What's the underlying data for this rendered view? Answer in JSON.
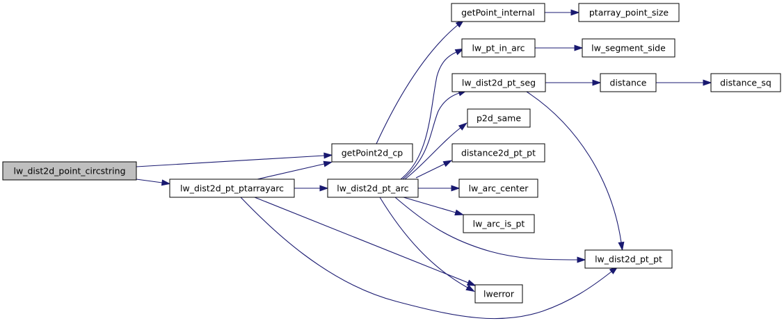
{
  "colors": {
    "edge": "#191970",
    "root_fill": "#bfbfbf",
    "node_fill": "#ffffff",
    "node_border": "#000000"
  },
  "graph": {
    "nodes": {
      "lw_dist2d_point_circstring": "lw_dist2d_point_circstring",
      "getPoint2d_cp": "getPoint2d_cp",
      "lw_dist2d_pt_ptarrayarc": "lw_dist2d_pt_ptarrayarc",
      "lw_dist2d_pt_arc": "lw_dist2d_pt_arc",
      "getPoint_internal": "getPoint_internal",
      "ptarray_point_size": "ptarray_point_size",
      "lw_pt_in_arc": "lw_pt_in_arc",
      "lw_segment_side": "lw_segment_side",
      "lw_dist2d_pt_seg": "lw_dist2d_pt_seg",
      "distance": "distance",
      "distance_sq": "distance_sq",
      "p2d_same": "p2d_same",
      "distance2d_pt_pt": "distance2d_pt_pt",
      "lw_arc_center": "lw_arc_center",
      "lw_arc_is_pt": "lw_arc_is_pt",
      "lw_dist2d_pt_pt": "lw_dist2d_pt_pt",
      "lwerror": "lwerror"
    },
    "edges": [
      [
        "lw_dist2d_point_circstring",
        "getPoint2d_cp"
      ],
      [
        "lw_dist2d_point_circstring",
        "lw_dist2d_pt_ptarrayarc"
      ],
      [
        "lw_dist2d_pt_ptarrayarc",
        "getPoint2d_cp"
      ],
      [
        "lw_dist2d_pt_ptarrayarc",
        "lw_dist2d_pt_arc"
      ],
      [
        "lw_dist2d_pt_ptarrayarc",
        "lwerror"
      ],
      [
        "lw_dist2d_pt_ptarrayarc",
        "lw_dist2d_pt_pt"
      ],
      [
        "getPoint2d_cp",
        "getPoint_internal"
      ],
      [
        "getPoint_internal",
        "ptarray_point_size"
      ],
      [
        "lw_dist2d_pt_arc",
        "lw_pt_in_arc"
      ],
      [
        "lw_dist2d_pt_arc",
        "lw_dist2d_pt_seg"
      ],
      [
        "lw_dist2d_pt_arc",
        "p2d_same"
      ],
      [
        "lw_dist2d_pt_arc",
        "distance2d_pt_pt"
      ],
      [
        "lw_dist2d_pt_arc",
        "lw_arc_center"
      ],
      [
        "lw_dist2d_pt_arc",
        "lw_arc_is_pt"
      ],
      [
        "lw_dist2d_pt_arc",
        "lw_dist2d_pt_pt"
      ],
      [
        "lw_dist2d_pt_arc",
        "lwerror"
      ],
      [
        "lw_pt_in_arc",
        "lw_segment_side"
      ],
      [
        "lw_dist2d_pt_seg",
        "distance"
      ],
      [
        "lw_dist2d_pt_seg",
        "lw_dist2d_pt_pt"
      ],
      [
        "distance",
        "distance_sq"
      ]
    ]
  }
}
